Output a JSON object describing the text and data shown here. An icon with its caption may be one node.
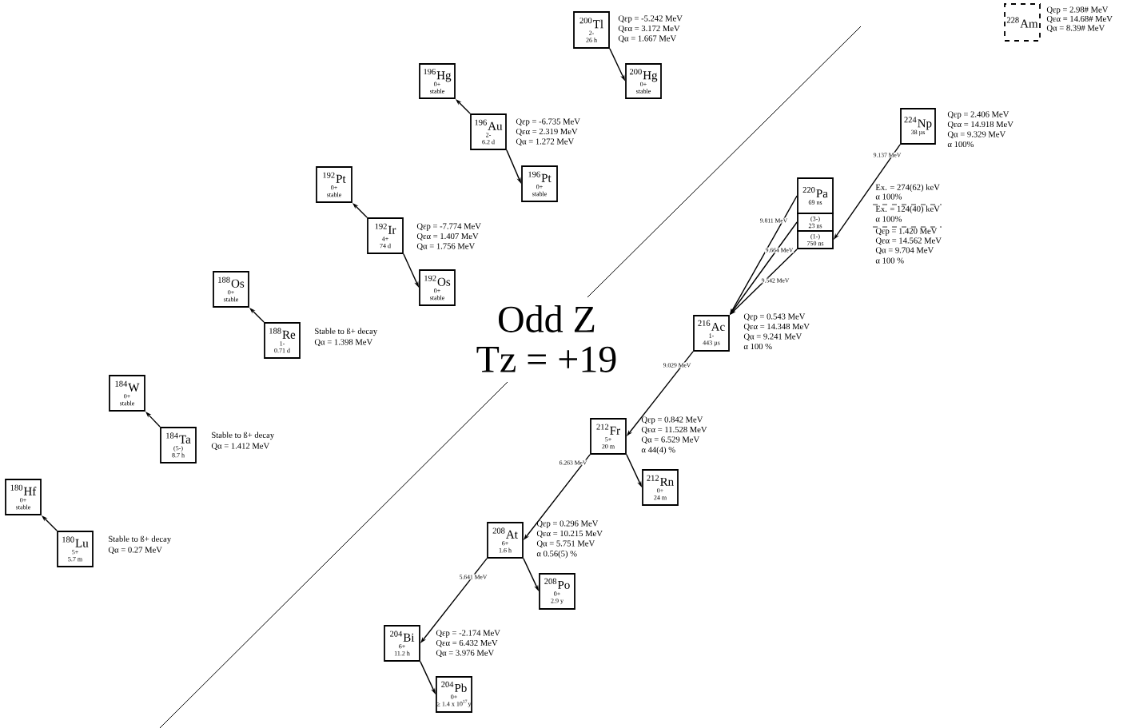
{
  "diagram": {
    "title": "Odd Z Tz = +19",
    "nodes": [
      {
        "text": [
          "$^{200}$Tl",
          "2-",
          "26 h"
        ],
        "beside": [
          "Qεp = -5.242 MeV",
          "Qεα = 3.172 MeV",
          "Qα = 1.667 MeV"
        ]
      },
      {
        "text": [
          "$^{200}$Hg",
          "0+",
          "stable"
        ]
      },
      {
        "text": [
          "$^{196}$Hg",
          "0+",
          "stable"
        ]
      },
      {
        "text": [
          "$^{196}$Au",
          "2-",
          "6.2 d"
        ],
        "beside": [
          "Qεp = -6.735 MeV",
          "Qεα = 2.319 MeV",
          "Qα = 1.272 MeV"
        ]
      },
      {
        "text": [
          "$^{196}$Pt",
          "0+",
          "stable"
        ]
      },
      {
        "text": [
          "$^{192}$Pt",
          "0+",
          "stable"
        ]
      },
      {
        "text": [
          "$^{192}$Ir",
          "4+",
          "74 d"
        ],
        "beside": [
          "Qεp = -7.774 MeV",
          "Qεα = 1.407 MeV",
          "Qα = 1.756 MeV"
        ]
      },
      {
        "text": [
          "$^{192}$Os",
          "0+",
          "stable"
        ]
      },
      {
        "text": [
          "$^{188}$Os",
          "0+",
          "stable"
        ]
      },
      {
        "text": [
          "$^{188}$Re",
          "1-",
          "0.71 d"
        ],
        "beside": [
          "Stable to ß+ decay",
          "Qα = 1.398 MeV"
        ]
      },
      {
        "text": [
          "$^{184}$W",
          "0+",
          "stable"
        ]
      },
      {
        "text": [
          "$^{184}$Ta",
          "(5-)",
          "8.7 h"
        ],
        "beside": [
          "Stable to ß+ decay",
          "Qα = 1.412 MeV"
        ]
      },
      {
        "text": [
          "$^{180}$Hf",
          "0+",
          "stable"
        ]
      },
      {
        "text": [
          "$^{180}$Lu",
          "5+",
          "5.7 m"
        ],
        "beside": [
          "Stable to ß+ decay",
          "Qα = 0.27 MeV"
        ]
      },
      {
        "text": [
          "$^{228}$Am"
        ],
        "beside": [
          "Qεp = 2.98# MeV",
          "Qεα = 14.68# MeV",
          "Qα = 8.39# MeV"
        ]
      },
      {
        "text": [
          "$^{224}$Np",
          "38 µs"
        ],
        "beside": [
          "Qεp = 2.406 MeV",
          "Qεα = 14.918 MeV",
          "Qα = 9.329 MeV",
          "α 100%"
        ]
      },
      {
        "text": [
          "$^{220}$Pa",
          "69 ns"
        ],
        "beside": [
          "Ex. = 274(62) keV",
          "α 100%",
          "Ex. = 124(40) keV",
          "α 100%",
          "Qεp = 1.420 MeV",
          "Qεα = 14.562 MeV",
          "Qα = 9.704 MeV",
          "α 100 %"
        ]
      },
      {
        "text": [
          "(3-)",
          "23 ns"
        ]
      },
      {
        "text": [
          "(1-)",
          "750 ns"
        ]
      },
      {
        "text": [
          "$^{216}$Ac",
          "1-",
          "443 µs"
        ],
        "beside": [
          "Qεp = 0.543 MeV",
          "Qεα = 14.348 MeV",
          "Qα = 9.241 MeV",
          "α 100 %"
        ]
      },
      {
        "text": [
          "$^{212}$Fr",
          "5+",
          "20 m"
        ],
        "beside": [
          "Qεp = 0.842 MeV",
          "Qεα = 11.528 MeV",
          "Qα = 6.529 MeV",
          "α 44(4) %"
        ]
      },
      {
        "text": [
          "$^{212}$Rn",
          "0+",
          "24 m"
        ]
      },
      {
        "text": [
          "$^{208}$At",
          "6+",
          "1.6 h"
        ],
        "beside": [
          "Qεp = 0.296 MeV",
          "Qεα = 10.215 MeV",
          "Qα = 5.751 MeV",
          "α 0.56(5) %"
        ]
      },
      {
        "text": [
          "$^{208}$Po",
          "0+",
          "2.9 y"
        ]
      },
      {
        "text": [
          "$^{204}$Bi",
          "6+",
          "11.2 h"
        ],
        "beside": [
          "Qεp = -2.174 MeV",
          "Qεα = 6.432 MeV",
          "Qα = 3.976 MeV"
        ]
      },
      {
        "text": [
          "$^{204}$Pb",
          "0+",
          "≥ 1.4 x 10$^{17}$y"
        ]
      }
    ],
    "edges": [
      {
        "from": 0,
        "to": 1,
        "arrow": "to"
      },
      {
        "from": 3,
        "to": 2,
        "arrow": "to"
      },
      {
        "from": 3,
        "to": 4,
        "arrow": "to"
      },
      {
        "from": 6,
        "to": 5,
        "arrow": "to"
      },
      {
        "from": 6,
        "to": 7,
        "arrow": "to"
      },
      {
        "from": 9,
        "to": 8,
        "arrow": "to"
      },
      {
        "from": 11,
        "to": 10,
        "arrow": "to"
      },
      {
        "from": 13,
        "to": 12,
        "arrow": "to"
      },
      {
        "from": 15,
        "to": 18,
        "arrow": "to",
        "label": "9.137 MeV"
      },
      {
        "from": 16,
        "to": 19,
        "arrow": "to",
        "label": "9.811 MeV"
      },
      {
        "from": 17,
        "to": 19,
        "arrow": "to",
        "label": "9.664 MeV"
      },
      {
        "from": 18,
        "to": 19,
        "arrow": "to",
        "label": "9.542 MeV"
      },
      {
        "from": 19,
        "to": 20,
        "arrow": "to",
        "label": "9.029 MeV"
      },
      {
        "from": 20,
        "to": 22,
        "arrow": "to",
        "label": "6.263 MeV"
      },
      {
        "from": 20,
        "to": 21,
        "arrow": "to"
      },
      {
        "from": 22,
        "to": 24,
        "arrow": "to",
        "label": "5.641 MeV"
      },
      {
        "from": 22,
        "to": 23,
        "arrow": "to"
      },
      {
        "from": 24,
        "to": 25,
        "arrow": "to"
      }
    ]
  }
}
